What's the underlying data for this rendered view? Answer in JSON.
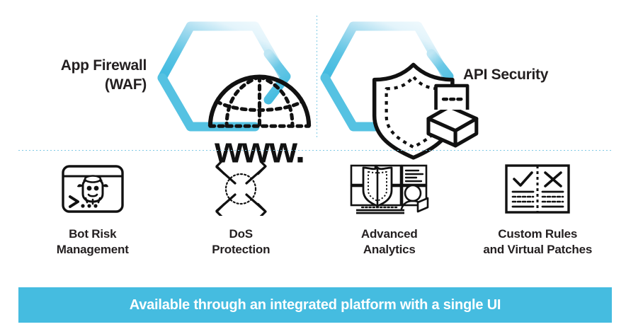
{
  "colors": {
    "accent": "#45bce0",
    "hex_gradient_start": "#4fc0e2",
    "hex_gradient_end": "#eaf7fc",
    "dotted_divider": "#7fc9e4",
    "text_dark": "#231f20",
    "banner_text": "#ffffff"
  },
  "top": {
    "items": [
      {
        "label": "App Firewall\n(WAF)",
        "icon": "www-globe-icon",
        "label_position": "left"
      },
      {
        "label": "API Security",
        "icon": "shield-api-package-icon",
        "label_position": "right"
      }
    ]
  },
  "features": [
    {
      "label": "Bot Risk\nManagement",
      "icon": "bot-terminal-icon"
    },
    {
      "label": "DoS\nProtection",
      "icon": "four-arrows-burst-icon"
    },
    {
      "label": "Advanced\nAnalytics",
      "icon": "monitor-shield-analytics-icon"
    },
    {
      "label": "Custom Rules\nand Virtual Patches",
      "icon": "rules-book-check-x-icon"
    }
  ],
  "banner": {
    "text": "Available through an integrated platform with a single UI"
  }
}
